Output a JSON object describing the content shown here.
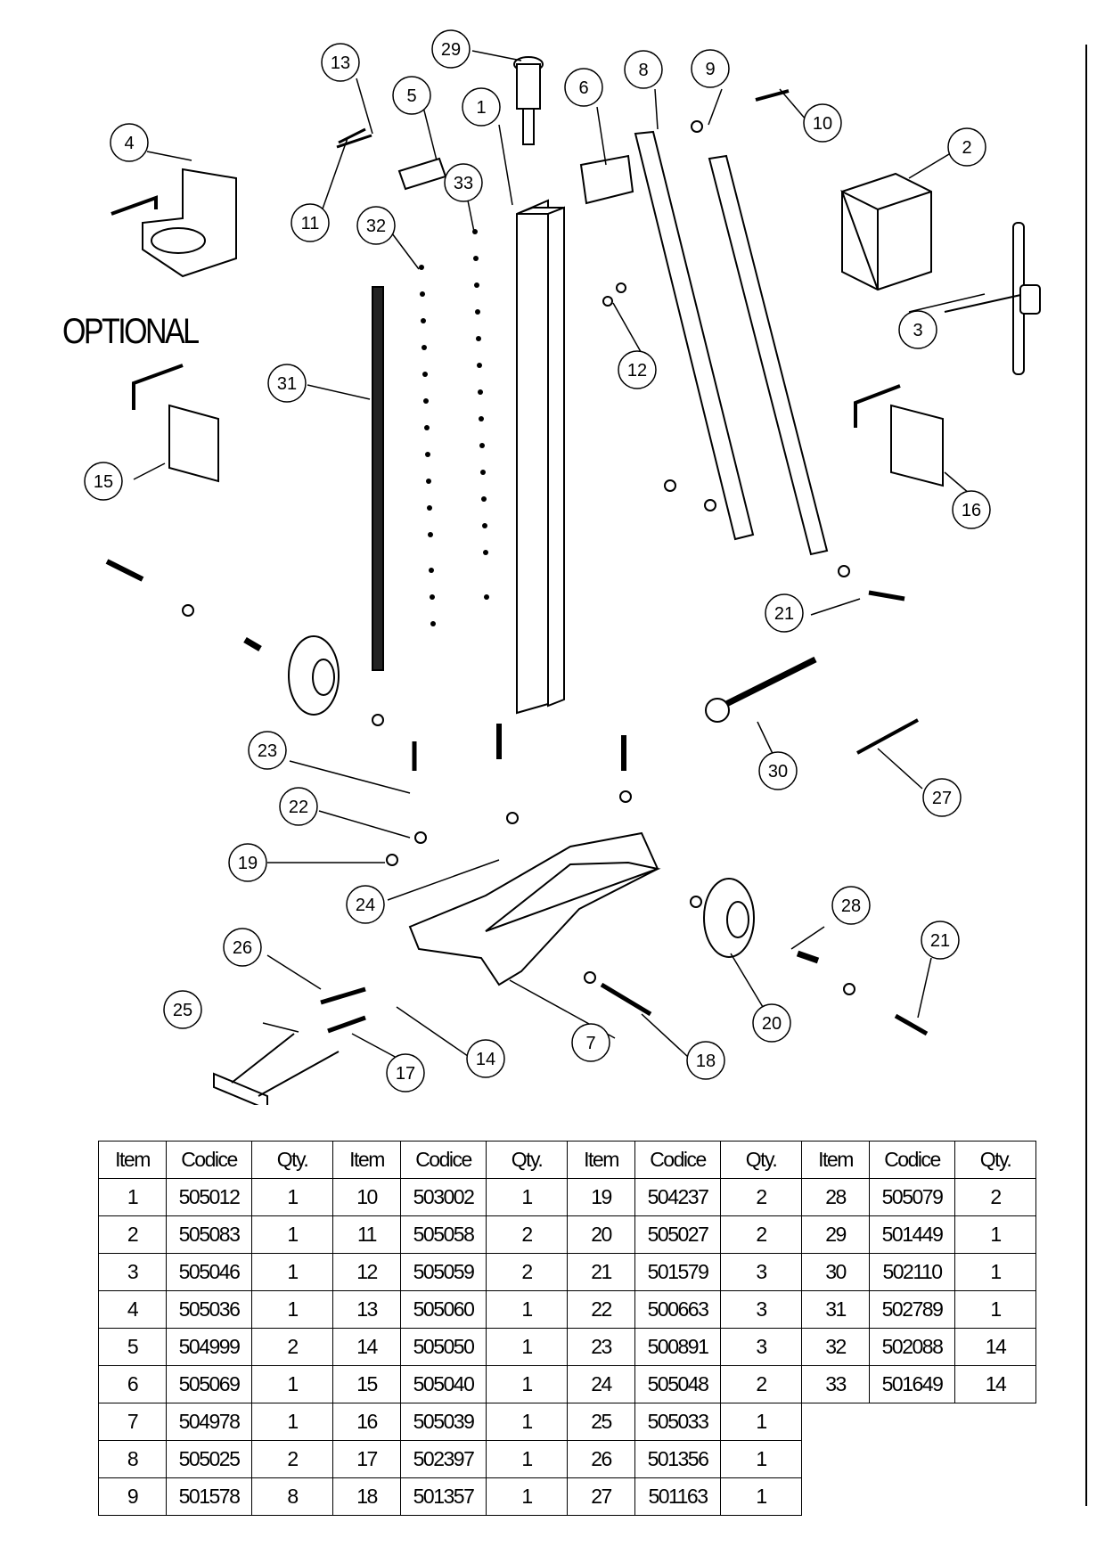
{
  "optional_label": "OPTIONAL",
  "callouts": [
    "1",
    "2",
    "3",
    "4",
    "5",
    "6",
    "8",
    "9",
    "10",
    "11",
    "12",
    "13",
    "15",
    "16",
    "17",
    "18",
    "19",
    "20",
    "21",
    "21",
    "22",
    "23",
    "24",
    "25",
    "26",
    "27",
    "28",
    "29",
    "30",
    "31",
    "32",
    "33",
    "7",
    "14"
  ],
  "table": {
    "headers": [
      "Item",
      "Codice",
      "Qty."
    ],
    "rows": [
      [
        [
          "1",
          "505012",
          "1"
        ],
        [
          "10",
          "503002",
          "1"
        ],
        [
          "19",
          "504237",
          "2"
        ],
        [
          "28",
          "505079",
          "2"
        ]
      ],
      [
        [
          "2",
          "505083",
          "1"
        ],
        [
          "11",
          "505058",
          "2"
        ],
        [
          "20",
          "505027",
          "2"
        ],
        [
          "29",
          "501449",
          "1"
        ]
      ],
      [
        [
          "3",
          "505046",
          "1"
        ],
        [
          "12",
          "505059",
          "2"
        ],
        [
          "21",
          "501579",
          "3"
        ],
        [
          "30",
          "502110",
          "1"
        ]
      ],
      [
        [
          "4",
          "505036",
          "1"
        ],
        [
          "13",
          "505060",
          "1"
        ],
        [
          "22",
          "500663",
          "3"
        ],
        [
          "31",
          "502789",
          "1"
        ]
      ],
      [
        [
          "5",
          "504999",
          "2"
        ],
        [
          "14",
          "505050",
          "1"
        ],
        [
          "23",
          "500891",
          "3"
        ],
        [
          "32",
          "502088",
          "14"
        ]
      ],
      [
        [
          "6",
          "505069",
          "1"
        ],
        [
          "15",
          "505040",
          "1"
        ],
        [
          "24",
          "505048",
          "2"
        ],
        [
          "33",
          "501649",
          "14"
        ]
      ],
      [
        [
          "7",
          "504978",
          "1"
        ],
        [
          "16",
          "505039",
          "1"
        ],
        [
          "25",
          "505033",
          "1"
        ],
        null
      ],
      [
        [
          "8",
          "505025",
          "2"
        ],
        [
          "17",
          "502397",
          "1"
        ],
        [
          "26",
          "501356",
          "1"
        ],
        null
      ],
      [
        [
          "9",
          "501578",
          "8"
        ],
        [
          "18",
          "501357",
          "1"
        ],
        [
          "27",
          "501163",
          "1"
        ],
        null
      ]
    ]
  }
}
